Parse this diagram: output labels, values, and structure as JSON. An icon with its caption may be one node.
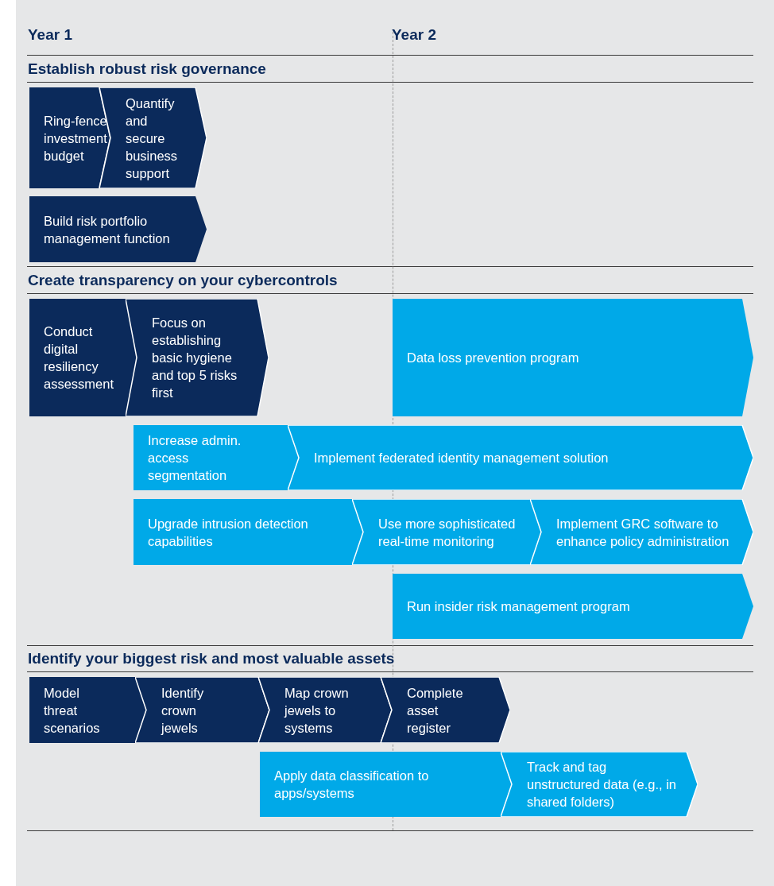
{
  "diagram": {
    "nodes": [
      {
        "text": [
          "Ring-fence investment budget"
        ]
      },
      {
        "text": [
          "Quantify and secure business support"
        ]
      },
      {
        "text": [
          "Build risk portfolio management function"
        ]
      },
      {
        "text": [
          "Conduct digital resiliency assessment"
        ]
      },
      {
        "text": [
          "Focus on establishing basic hygiene and top 5 risks first"
        ]
      },
      {
        "text": [
          "Data loss prevention program"
        ]
      },
      {
        "text": [
          "Increase admin. access segmentation"
        ]
      },
      {
        "text": [
          "Implement federated identity management solution"
        ]
      },
      {
        "text": [
          "Upgrade intrusion detection capabilities"
        ]
      },
      {
        "text": [
          "Use more sophisticated real-time monitoring"
        ]
      },
      {
        "text": [
          "Implement GRC software to enhance policy administration"
        ]
      },
      {
        "text": [
          "Run insider risk management program"
        ]
      },
      {
        "text": [
          "Model threat scenarios"
        ]
      },
      {
        "text": [
          "Identify crown jewels"
        ]
      },
      {
        "text": [
          "Map crown jewels to systems"
        ]
      },
      {
        "text": [
          "Complete asset register"
        ]
      },
      {
        "text": [
          "Apply data classification to apps/systems"
        ]
      },
      {
        "text": [
          "Track and tag unstructured data (e.g., in shared folders)"
        ]
      }
    ],
    "labels": [
      "Year 1",
      "Year 2",
      "Establish robust risk governance",
      "Create transparency on your cybercontrols",
      "Identify your biggest risk and most valuable assets"
    ]
  }
}
